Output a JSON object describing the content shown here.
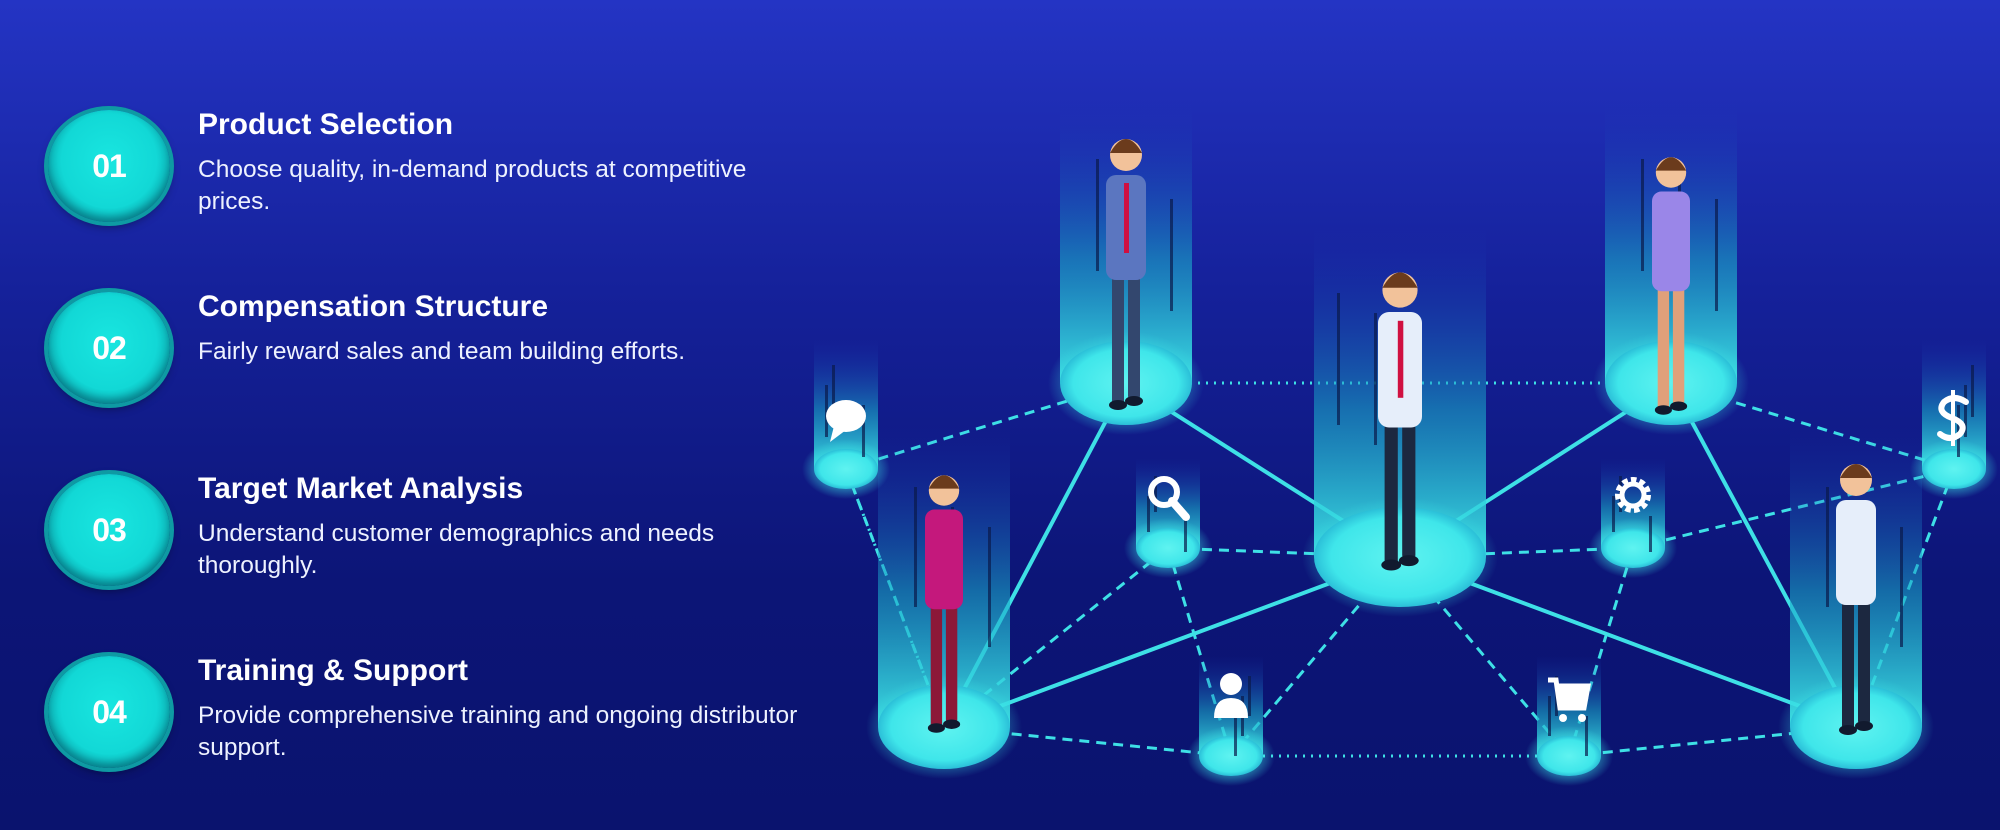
{
  "steps": [
    {
      "number": "01",
      "title": "Product Selection",
      "description": "Choose quality, in-demand products at competitive prices."
    },
    {
      "number": "02",
      "title": "Compensation Structure",
      "description": "Fairly reward sales and team building efforts."
    },
    {
      "number": "03",
      "title": "Target Market Analysis",
      "description": "Understand customer demographics and needs thoroughly."
    },
    {
      "number": "04",
      "title": "Training & Support",
      "description": "Provide comprehensive training and ongoing distributor support."
    }
  ],
  "network_icons": [
    "chat-icon",
    "search-icon",
    "gear-icon",
    "user-icon",
    "cart-icon",
    "dollar-icon"
  ],
  "colors": {
    "accent": "#3ee8e8",
    "background_top": "#2434c4",
    "background_bottom": "#0a136e"
  }
}
